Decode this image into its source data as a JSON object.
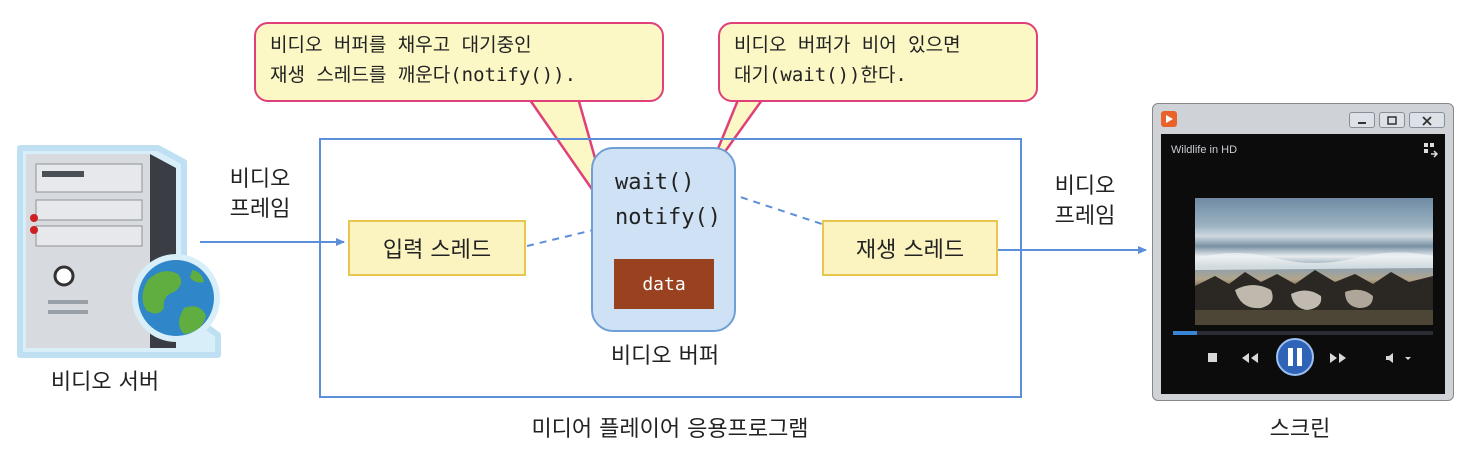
{
  "callouts": {
    "notify_line1": "비디오 버퍼를 채우고 대기중인",
    "notify_line2": "재생 스레드를 깨운다(notify()).",
    "wait_line1": "비디오 버퍼가 비어 있으면",
    "wait_line2": "대기(wait())한다."
  },
  "server": {
    "label": "비디오 서버",
    "arrow_label_line1": "비디오",
    "arrow_label_line2": "프레임"
  },
  "app": {
    "label": "미디어 플레이어 응용프로그램",
    "input_thread": "입력 스레드",
    "play_thread": "재생 스레드",
    "buffer": {
      "method_wait": "wait()",
      "method_notify": "notify()",
      "data": "data",
      "label": "비디오 버퍼"
    }
  },
  "output": {
    "arrow_label_line1": "비디오",
    "arrow_label_line2": "프레임"
  },
  "screen": {
    "label": "스크린",
    "window_title": "Wildlife in HD"
  },
  "colors": {
    "callout_border": "#e0407a",
    "callout_fill": "#fbf8c6",
    "frame_border": "#5b8fd9",
    "buffer_fill": "#cfe2f5",
    "data_fill": "#9a4120",
    "thread_fill": "#fbf3c0"
  }
}
